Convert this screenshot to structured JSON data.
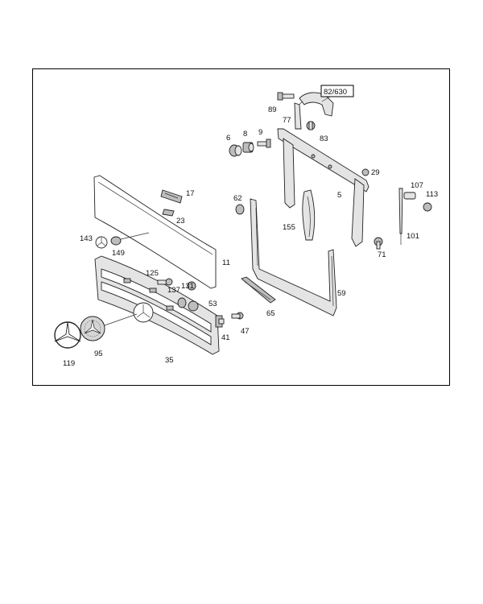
{
  "diagram": {
    "part_labels": {
      "p82_630": "82/630",
      "p89": "89",
      "p77": "77",
      "p83": "83",
      "p6": "6",
      "p8": "8",
      "p9": "9",
      "p29": "29",
      "p107": "107",
      "p113": "113",
      "p17": "17",
      "p62": "62",
      "p5": "5",
      "p23": "23",
      "p155": "155",
      "p101": "101",
      "p143": "143",
      "p149": "149",
      "p71": "71",
      "p11": "11",
      "p125": "125",
      "p131": "131",
      "p137": "137",
      "p59": "59",
      "p53": "53",
      "p65": "65",
      "p41": "41",
      "p47": "47",
      "p95": "95",
      "p119": "119",
      "p35": "35"
    }
  }
}
